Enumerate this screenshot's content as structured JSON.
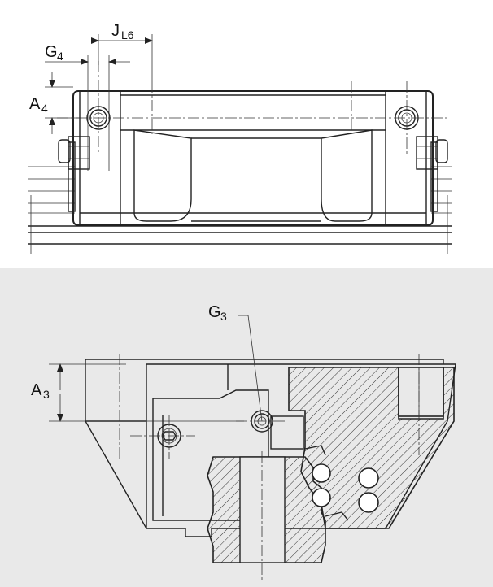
{
  "drawing": {
    "dimensions": {
      "jl6": {
        "main": "J",
        "sub": "L6"
      },
      "g4": {
        "main": "G",
        "sub": "4"
      },
      "a4": {
        "main": "A",
        "sub": "4"
      },
      "g3": {
        "main": "G",
        "sub": "3"
      },
      "a3": {
        "main": "A",
        "sub": "3"
      }
    },
    "colors": {
      "line": "#222222",
      "panel_background": "#e9e9e9",
      "page_background": "#ffffff"
    }
  }
}
